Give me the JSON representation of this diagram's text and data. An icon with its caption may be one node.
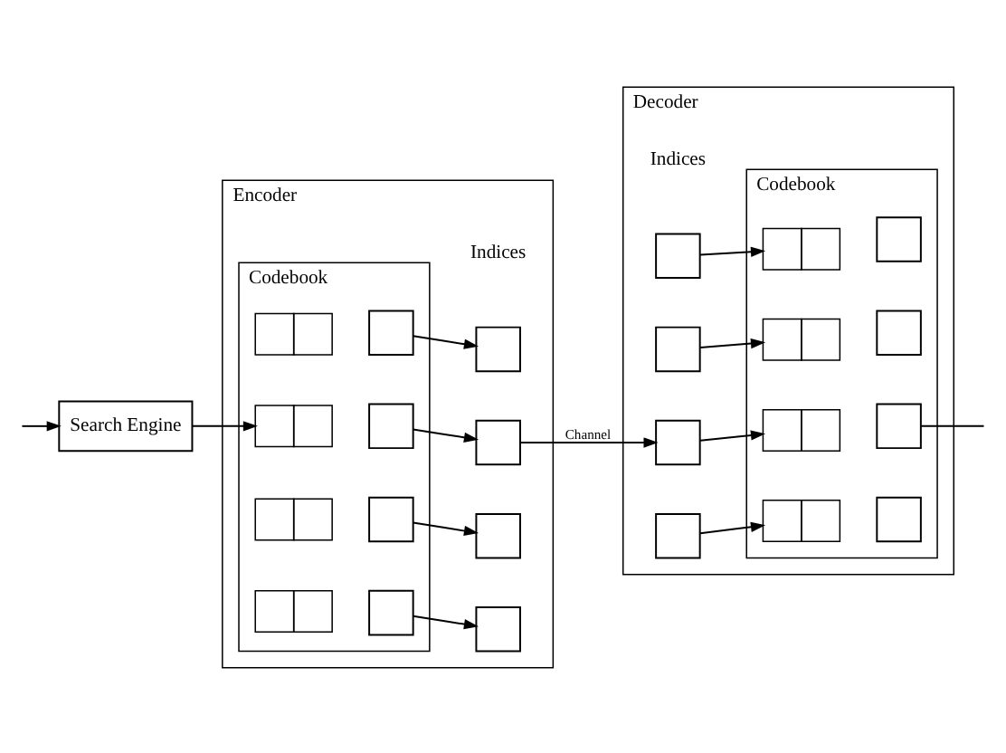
{
  "diagram": {
    "nodes": [
      {
        "text": [
          "Search Engine"
        ]
      },
      {
        "text": [
          "Encoder"
        ]
      },
      {
        "text": [
          "Codebook"
        ],
        "in": 1
      },
      {
        "text": [],
        "shape": "box",
        "in": 2
      },
      {
        "text": [],
        "shape": "box",
        "in": 2
      },
      {
        "text": [],
        "shape": "box",
        "in": 2
      },
      {
        "text": [],
        "shape": "box",
        "in": 2
      },
      {
        "text": [],
        "shape": "box",
        "in": 2
      },
      {
        "text": [],
        "shape": "box",
        "in": 2
      },
      {
        "text": [],
        "shape": "box",
        "in": 2
      },
      {
        "text": [],
        "shape": "box",
        "in": 2
      },
      {
        "text": [],
        "shape": "box",
        "in": 1
      },
      {
        "text": [],
        "shape": "box",
        "in": 1
      },
      {
        "text": [],
        "shape": "box",
        "in": 1
      },
      {
        "text": [],
        "shape": "box",
        "in": 1
      },
      {
        "text": [
          "Decoder"
        ]
      },
      {
        "text": [
          "Codebook"
        ],
        "in": 15
      },
      {
        "text": [],
        "shape": "box",
        "in": 15
      },
      {
        "text": [],
        "shape": "box",
        "in": 15
      },
      {
        "text": [],
        "shape": "box",
        "in": 15
      },
      {
        "text": [],
        "shape": "box",
        "in": 15
      },
      {
        "text": [],
        "shape": "box",
        "in": 16
      },
      {
        "text": [],
        "shape": "box",
        "in": 16
      },
      {
        "text": [],
        "shape": "box",
        "in": 16
      },
      {
        "text": [],
        "shape": "box",
        "in": 16
      },
      {
        "text": [],
        "shape": "box",
        "in": 16
      },
      {
        "text": [],
        "shape": "box",
        "in": 16
      },
      {
        "text": [],
        "shape": "box",
        "in": 16
      },
      {
        "text": [],
        "shape": "box",
        "in": 16
      }
    ],
    "edges": [
      {
        "from": null,
        "to": 0,
        "arrow": "to"
      },
      {
        "from": 0,
        "to": 4,
        "arrow": "to"
      },
      {
        "from": 7,
        "to": 11,
        "arrow": "to"
      },
      {
        "from": 8,
        "to": 12,
        "arrow": "to"
      },
      {
        "from": 9,
        "to": 13,
        "arrow": "to"
      },
      {
        "from": 10,
        "to": 14,
        "arrow": "to"
      },
      {
        "from": 12,
        "to": 19,
        "arrow": "to",
        "label": "Channel"
      },
      {
        "from": 17,
        "to": 21,
        "arrow": "to"
      },
      {
        "from": 18,
        "to": 22,
        "arrow": "to"
      },
      {
        "from": 19,
        "to": 23,
        "arrow": "to"
      },
      {
        "from": 20,
        "to": 24,
        "arrow": "to"
      },
      {
        "from": 27,
        "to": null,
        "arrow": "none"
      }
    ],
    "labels": [
      "Indices",
      "Indices"
    ]
  }
}
